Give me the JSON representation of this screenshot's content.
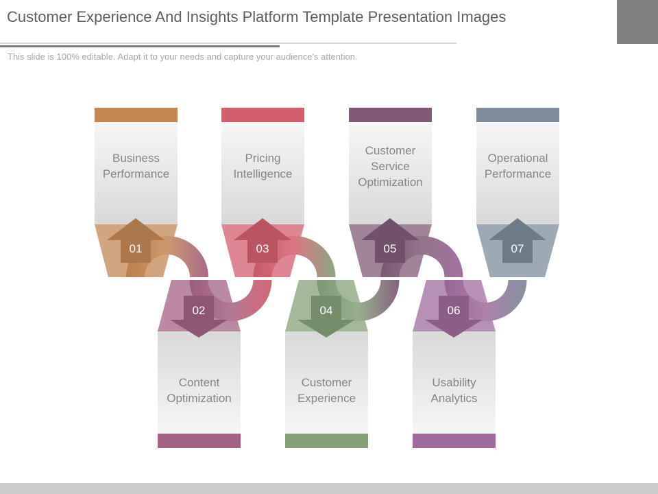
{
  "slide": {
    "title": "Customer Experience And Insights Platform Template Presentation Images",
    "subtitle": "This slide is 100% editable. Adapt it to your needs and capture your audience's attention."
  },
  "steps": [
    {
      "number": "01",
      "label_lines": [
        "Business",
        "Performance"
      ],
      "color": "#c38754",
      "position": "top"
    },
    {
      "number": "02",
      "label_lines": [
        "Content",
        "Optimization"
      ],
      "color": "#a46184",
      "position": "bottom"
    },
    {
      "number": "03",
      "label_lines": [
        "Pricing",
        "Intelligence"
      ],
      "color": "#d35f6d",
      "position": "top"
    },
    {
      "number": "04",
      "label_lines": [
        "Customer",
        "Experience"
      ],
      "color": "#84a178",
      "position": "bottom"
    },
    {
      "number": "05",
      "label_lines": [
        "Customer",
        "Service",
        "Optimization"
      ],
      "color": "#825a78",
      "position": "top"
    },
    {
      "number": "06",
      "label_lines": [
        "Usability",
        "Analytics"
      ],
      "color": "#a06a9c",
      "position": "bottom"
    },
    {
      "number": "07",
      "label_lines": [
        "Operational",
        "Performance"
      ],
      "color": "#7c8c9b",
      "position": "top"
    }
  ]
}
